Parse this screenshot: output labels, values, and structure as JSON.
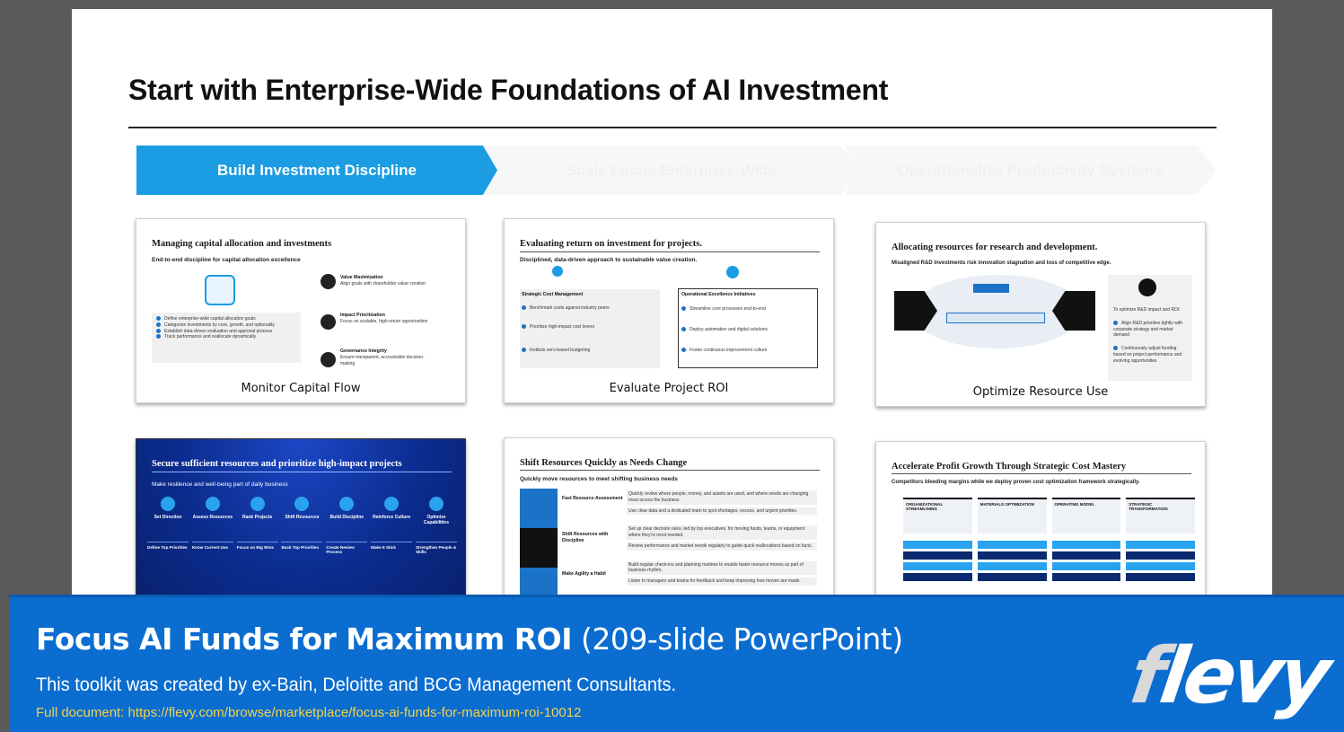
{
  "slide": {
    "title": "Start with Enterprise-Wide Foundations of AI Investment",
    "chevrons": [
      "Build Investment Discipline",
      "Scale Focus Enterprise-Wide",
      "Operationalize Productivity Systems"
    ]
  },
  "thumbnails": [
    {
      "caption": "Monitor Capital Flow",
      "title": "Managing capital allocation and investments",
      "subtitle": "End-to-end discipline for capital allocation excellence",
      "bullets": [
        "Define enterprise-wide capital allocation goals",
        "Categorize investments by core, growth, and optionality",
        "Establish data-driven evaluation and approval process",
        "Track performance and reallocate dynamically"
      ],
      "items": [
        {
          "head": "Value Maximization",
          "text": "Align goals with shareholder value creation"
        },
        {
          "head": "Impact Prioritization",
          "text": "Focus on scalable, high-return opportunities"
        },
        {
          "head": "Governance Integrity",
          "text": "Ensure transparent, accountable decision-making"
        }
      ]
    },
    {
      "caption": "Evaluate Project ROI",
      "title": "Evaluating return on investment for projects.",
      "subtitle": "Disciplined, data-driven approach to sustainable value creation.",
      "left_head": "Strategic Cost Management",
      "left_items": [
        "Benchmark costs against industry peers",
        "Prioritize high-impact cost levers",
        "Institute zero-based budgeting"
      ],
      "right_head": "Operational Excellence Initiatives",
      "right_items": [
        "Streamline core processes end-to-end",
        "Deploy automation and digital solutions",
        "Foster continuous improvement culture"
      ]
    },
    {
      "caption": "Optimize Resource Use",
      "title": "Allocating resources for research and development.",
      "subtitle": "Misaligned R&D investments risk innovation stagnation and loss of competitive edge.",
      "side_notes": [
        "To optimize R&D impact and ROI:",
        "Align R&D priorities tightly with corporate strategy and market demand",
        "Continuously adjust funding based on project performance and evolving opportunities"
      ]
    },
    {
      "title": "Secure sufficient resources and prioritize high-impact projects",
      "subtitle": "Make resilience and well-being part of daily business",
      "steps": [
        "Set Direction",
        "Assess Resources",
        "Rank Projects",
        "Shift Resources",
        "Build Discipline",
        "Reinforce Culture",
        "Optimize Capabilities"
      ],
      "subheads": [
        "Define Top Priorities",
        "Know Current Use",
        "Focus on Big Wins",
        "Back Top Priorities",
        "Create Review Process",
        "Make It Stick",
        "Strengthen People & Skills"
      ]
    },
    {
      "title": "Shift Resources Quickly as Needs Change",
      "subtitle": "Quickly move resources to meet shifting business needs",
      "rows": [
        {
          "head": "Fast Resource Assessment",
          "lines": [
            "Quickly review where people, money, and assets are used, and where needs are changing most across the business.",
            "Use clear data and a dedicated team to spot shortages, excess, and urgent priorities."
          ]
        },
        {
          "head": "Shift Resources with Discipline",
          "lines": [
            "Set up clear decision rules, led by top executives, for moving funds, teams, or equipment where they're most needed.",
            "Review performance and market needs regularly to guide quick reallocations based on facts."
          ]
        },
        {
          "head": "Make Agility a Habit",
          "lines": [
            "Build regular check-ins and planning routines to enable faster resource moves as part of business rhythm.",
            "Listen to managers and teams for feedback and keep improving how moves are made."
          ]
        }
      ]
    },
    {
      "title": "Accelerate Profit Growth Through Strategic Cost Mastery",
      "subtitle": "Competitors bleeding margins while we deploy proven cost optimization framework strategically.",
      "columns": [
        "ORGANIZATIONAL STREAMLINING",
        "MATERIALS OPTIMIZATION",
        "OPERATING MODEL",
        "STRATEGIC TRANSFORMATION"
      ]
    }
  ],
  "banner": {
    "title_bold": "Focus AI Funds for Maximum ROI",
    "title_light": "(209-slide PowerPoint)",
    "description": "This toolkit was created by ex-Bain, Deloitte and BCG Management Consultants.",
    "link": "Full document: https://flevy.com/browse/marketplace/focus-ai-funds-for-maximum-roi-10012",
    "logo": "flevy"
  },
  "colors": {
    "accent": "#1b9ce3",
    "banner": "#0b6dd0",
    "link": "#f3d34a",
    "background": "#5a5a5a"
  }
}
